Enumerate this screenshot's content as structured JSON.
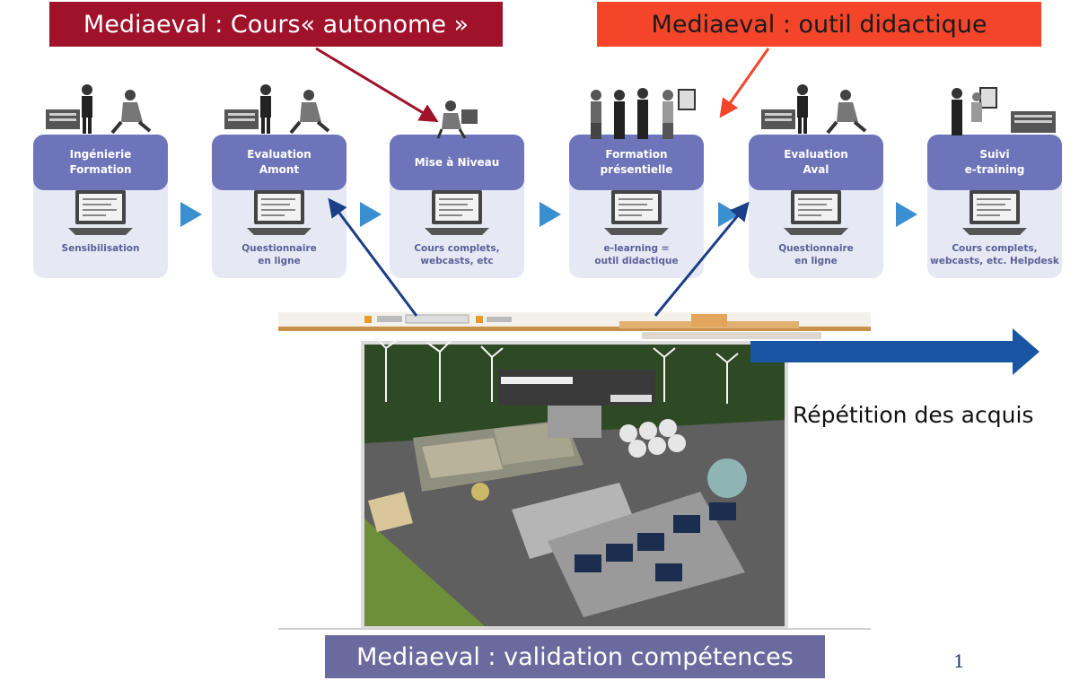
{
  "banners": {
    "autonome": "Mediaeval : Cours« autonome »",
    "didactique": "Mediaeval : outil didactique",
    "validation": "Mediaeval : validation compétences"
  },
  "stages": [
    {
      "title_lines": [
        "Ingénierie",
        "Formation"
      ],
      "caption_lines": [
        "Sensibilisation"
      ]
    },
    {
      "title_lines": [
        "Evaluation",
        "Amont"
      ],
      "caption_lines": [
        "Questionnaire",
        "en ligne"
      ]
    },
    {
      "title_lines": [
        "Mise à Niveau"
      ],
      "caption_lines": [
        "Cours complets,",
        "webcasts, etc"
      ]
    },
    {
      "title_lines": [
        "Formation",
        "présentielle"
      ],
      "caption_lines": [
        "e-learning =",
        "outil didactique"
      ]
    },
    {
      "title_lines": [
        "Evaluation",
        "Aval"
      ],
      "caption_lines": [
        "Questionnaire",
        "en ligne"
      ]
    },
    {
      "title_lines": [
        "Suivi",
        "e-training"
      ],
      "caption_lines": [
        "Cours complets,",
        "webcasts, etc. Helpdesk"
      ]
    }
  ],
  "repetition_label": "Répétition des acquis",
  "page_number": "1",
  "colors": {
    "autonome_banner": "#a0112a",
    "didactique_banner": "#f4452a",
    "validation_banner": "#6b6a9f",
    "stage_header": "#6d74b9",
    "stage_body": "#e6e9f3",
    "flow_arrow": "#3a8fd1",
    "connector_blue": "#1b3f86",
    "big_arrow": "#1a55a3"
  },
  "icons": [
    "laptop-icon",
    "people-icon",
    "flow-arrow-icon",
    "windmill-icon",
    "solar-panel-icon"
  ]
}
